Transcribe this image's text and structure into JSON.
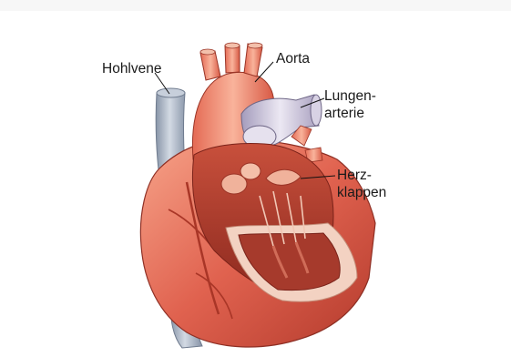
{
  "labels": {
    "hohlvene": "Hohlvene",
    "aorta": "Aorta",
    "lungenarterie_line1": "Lungen-",
    "lungenarterie_line2": "arterie",
    "herzklappen_line1": "Herz-",
    "herzklappen_line2": "klappen"
  },
  "colors": {
    "muscle": "#e0624f",
    "muscle_dark": "#b8392c",
    "muscle_light": "#f39a80",
    "vessel_blue": "#aab6c8",
    "pulmonary": "#c9c3d8",
    "wall_pale": "#f3d2c2",
    "background": "#ffffff"
  }
}
